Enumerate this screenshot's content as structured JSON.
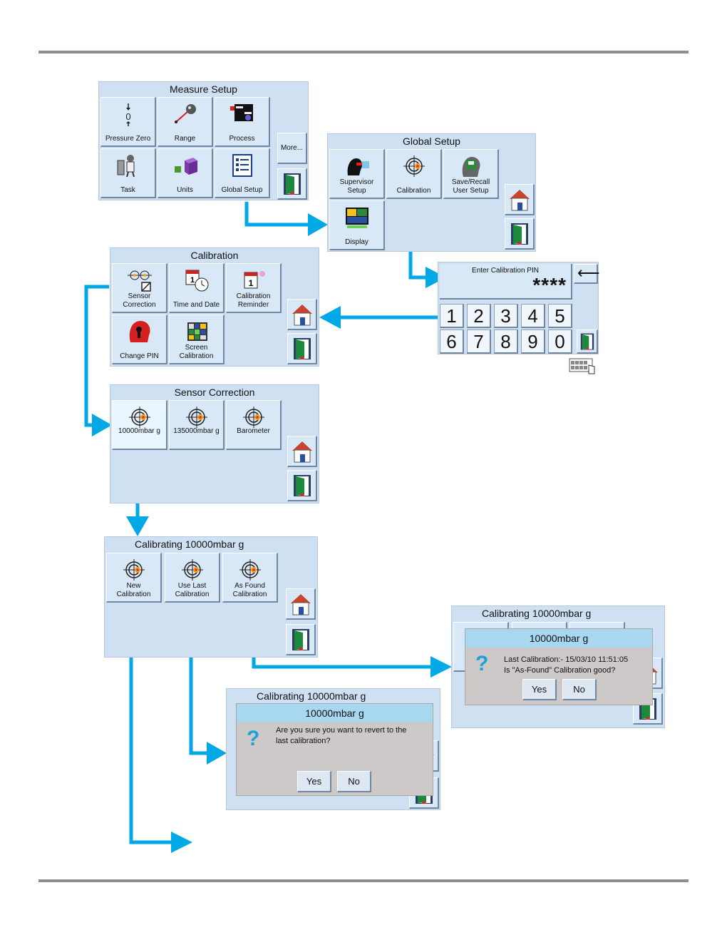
{
  "colors": {
    "arrow": "#00a9e6",
    "panel": "#cfe0f3",
    "dialog": "#cdc9c9",
    "dialog_header": "#a8d8f0"
  },
  "measure_setup": {
    "title": "Measure Setup",
    "buttons": [
      "Pressure Zero",
      "Range",
      "Process",
      "Task",
      "Units",
      "Global Setup"
    ],
    "more": "More...",
    "zero_glyph": "0"
  },
  "global_setup": {
    "title": "Global Setup",
    "buttons": [
      "Supervisor\nSetup",
      "Calibration",
      "Save/Recall\nUser Setup",
      "Display"
    ]
  },
  "pin_entry": {
    "title": "Enter Calibration PIN",
    "value": "****",
    "keys": [
      "1",
      "2",
      "3",
      "4",
      "5",
      "6",
      "7",
      "8",
      "9",
      "0"
    ]
  },
  "calibration": {
    "title": "Calibration",
    "buttons": [
      "Sensor\nCorrection",
      "Time and Date",
      "Calibration\nReminder",
      "Change PIN",
      "Screen\nCalibration"
    ]
  },
  "sensor_correction": {
    "title": "Sensor Correction",
    "buttons": [
      "10000mbar g",
      "135000mbar g",
      "Barometer"
    ]
  },
  "calibrating": {
    "title": "Calibrating 10000mbar g",
    "buttons": [
      "New\nCalibration",
      "Use Last\nCalibration",
      "As Found\nCalibration"
    ]
  },
  "as_found_dialog": {
    "panel_title": "Calibrating 10000mbar g",
    "header": "10000mbar g",
    "message": "Last Calibration:- 15/03/10 11:51:05\nIs \"As-Found\" Calibration good?",
    "yes": "Yes",
    "no": "No"
  },
  "revert_dialog": {
    "panel_title": "Calibrating 10000mbar g",
    "header": "10000mbar g",
    "message": "Are you sure you want to revert to the\nlast calibration?",
    "yes": "Yes",
    "no": "No"
  }
}
